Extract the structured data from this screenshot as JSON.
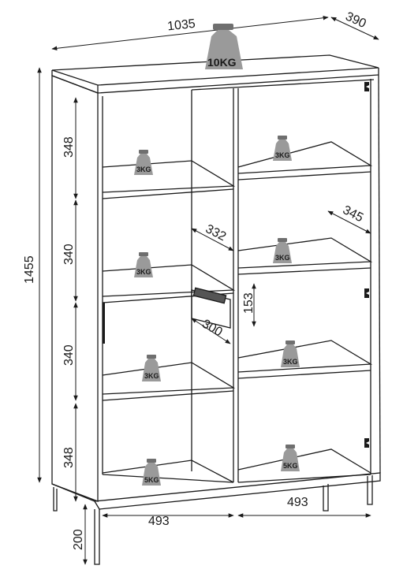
{
  "dimensions": {
    "width": "1035",
    "depth": "390",
    "height": "1455",
    "leg_height": "200",
    "compartment_width_left": "493",
    "compartment_width_right": "493",
    "compartment_height_top": "348",
    "compartment_height_upper_mid": "340",
    "compartment_height_lower_mid": "340",
    "compartment_height_bottom": "348",
    "shelf_depth": "345",
    "inner_depth": "332",
    "drawer_depth": "300",
    "drawer_height": "153"
  },
  "load_labels": {
    "top": "10KG",
    "shelf_3": "3KG",
    "bottom_5": "5KG"
  },
  "colors": {
    "line": "#1a1a1a",
    "weight_fill": "#9a9a9a",
    "weight_dark": "#6f6f6f",
    "background": "#ffffff"
  }
}
